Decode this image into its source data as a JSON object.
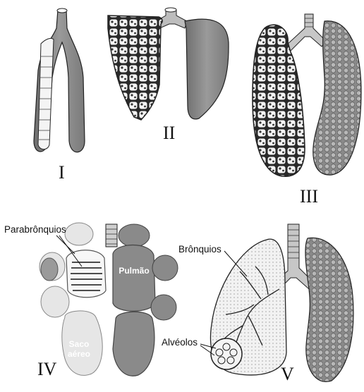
{
  "figures": [
    {
      "numeral": "I"
    },
    {
      "numeral": "II"
    },
    {
      "numeral": "III"
    },
    {
      "numeral": "IV"
    },
    {
      "numeral": "V"
    }
  ],
  "labels": {
    "parabronquios": "Parabrônquios",
    "pulmao": "Pulmão",
    "saco_line1": "Saco",
    "saco_line2": "aéreo",
    "bronquios": "Brônquios",
    "alveolos": "Alvéolos"
  }
}
